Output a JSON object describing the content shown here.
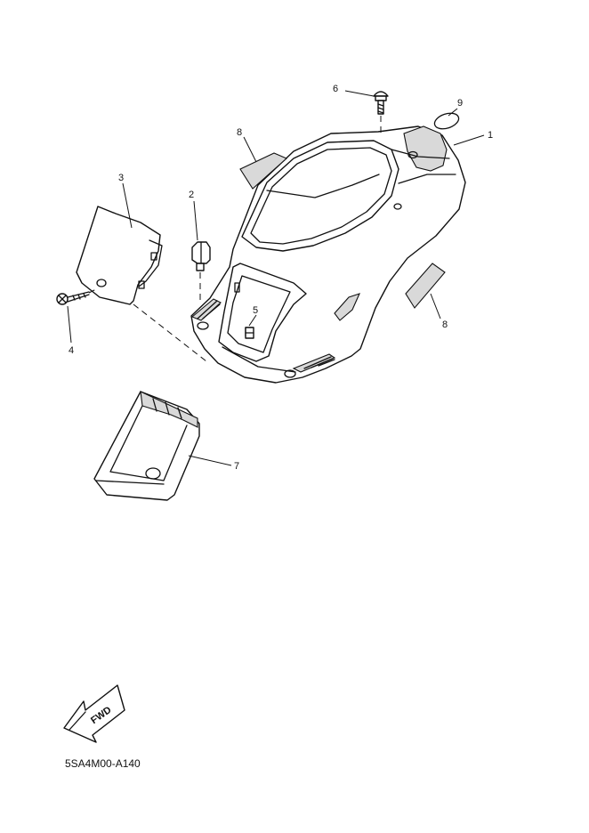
{
  "callouts": {
    "c1": "1",
    "c2": "2",
    "c3": "3",
    "c4": "4",
    "c5": "5",
    "c6": "6",
    "c7": "7",
    "c8a": "8",
    "c8b": "8",
    "c9": "9"
  },
  "direction_arrow": "FWD",
  "diagram_code": "5SA4M00-A140"
}
